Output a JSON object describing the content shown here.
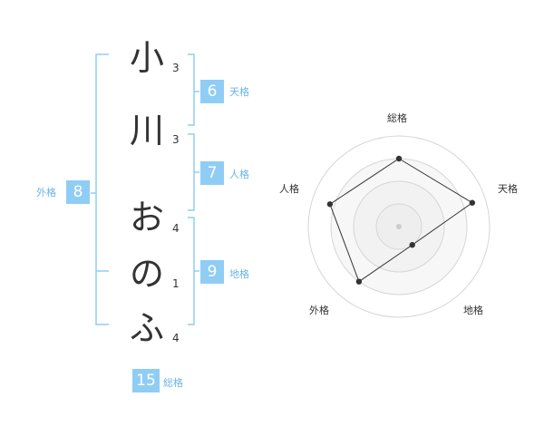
{
  "name_chars": [
    {
      "char": "小",
      "strokes": "3"
    },
    {
      "char": "川",
      "strokes": "3"
    },
    {
      "char": "お",
      "strokes": "4"
    },
    {
      "char": "の",
      "strokes": "1"
    },
    {
      "char": "ふ",
      "strokes": "4"
    }
  ],
  "fortunes": {
    "tenkaku": {
      "label": "天格",
      "value": "6"
    },
    "jinkaku": {
      "label": "人格",
      "value": "7"
    },
    "chikaku": {
      "label": "地格",
      "value": "9"
    },
    "gaikaku": {
      "label": "外格",
      "value": "8"
    },
    "soukaku": {
      "label": "総格",
      "value": "15"
    }
  },
  "colors": {
    "accent": "#8fcdf5",
    "label": "#6ab4e6",
    "text": "#333333"
  },
  "chart_data": {
    "type": "radar",
    "axes": [
      "総格",
      "天格",
      "地格",
      "外格",
      "人格"
    ],
    "values": [
      0.75,
      0.85,
      0.25,
      0.75,
      0.8
    ],
    "rings": 4
  }
}
